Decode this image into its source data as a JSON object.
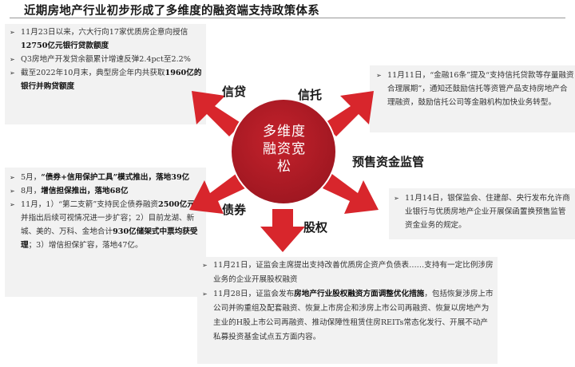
{
  "title": "近期房地产行业初步形成了多维度的融资端支持政策体系",
  "center": {
    "line1": "多维度",
    "line2": "融资宽",
    "line3": "松"
  },
  "labels": {
    "credit": "信贷",
    "trust": "信托",
    "presale": "预售资金监管",
    "bond": "债券",
    "equity": "股权"
  },
  "credit_items": [
    {
      "pre": "11月23日以来，六大行向17家优质房企意向授信",
      "hl": "12750亿元银行贷款额度",
      "post": ""
    },
    {
      "pre": "Q3房地产开发贷余额累计增速反弹2.4pct至2.2%",
      "hl": "",
      "post": ""
    },
    {
      "pre": "截至2022年10月末，典型房企年内共获取",
      "hl": "1960亿的银行并购贷额度",
      "post": ""
    }
  ],
  "trust_items": [
    {
      "pre": "11月11日，“金融16条”提及“支持信托贷款等存量融资合理展期”，通知还鼓励信托等资管产品支持房地产合理融资，鼓励信托公司等金融机构加快业务转型。",
      "hl": "",
      "post": ""
    }
  ],
  "bond_items": [
    {
      "pre": "5月，",
      "hl": "“债券+信用保护工具”模式推出，落地39亿",
      "post": ""
    },
    {
      "pre": "8月，",
      "hl": "增信担保推出，落地68亿",
      "post": ""
    },
    {
      "pre": "11月，1）“第二支箭”支持民企债券融资",
      "hl": "2500亿元",
      "post": "，并指出后续可视情况进一步扩容；2）目前龙湖、新城、美的、万科、金地合计",
      "hl2": "930亿储架式中票均获受理",
      "post2": "；3）增信担保扩容，落地47亿。"
    }
  ],
  "presale_items": [
    {
      "pre": "11月14日，银保监会、住建部、央行发布允许商业银行与优质房地产企业开展保函置换预售监管资金业务的规定。",
      "hl": "",
      "post": ""
    }
  ],
  "equity_items": [
    {
      "pre": "11月21日，证监会主席提出支持改善优质房企资产负债表……支持有一定比例涉房业务的企业开展股权融资",
      "hl": "",
      "post": ""
    },
    {
      "pre": "11月28日，证监会发布",
      "hl": "房地产行业股权融资方面调整优化措施",
      "post": "，包括恢复涉房上市公司并购重组及配套融资、恢复上市房企和涉房上市公司再融资、恢复以房地产为主业的H股上市公司再融资、推动保障性租赁住房REITs常态化发行、开展不动产私募投资基金试点五方面内容。"
    }
  ],
  "colors": {
    "circle": "#b01e2a",
    "arrow": "#d8262c",
    "panel": "#f2f2f2"
  }
}
